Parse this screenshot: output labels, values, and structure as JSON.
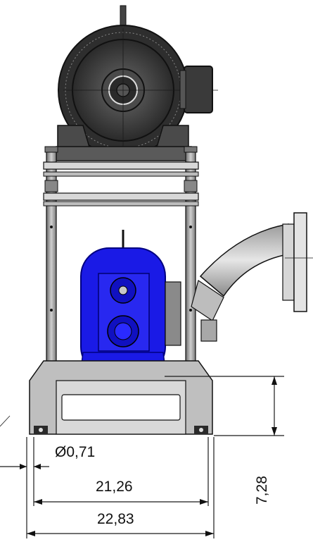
{
  "dimensions": {
    "pin_diameter": "Ø0,71",
    "inner_width": "21,26",
    "outer_width": "22,83",
    "height": "7,28"
  },
  "colors": {
    "pump_blue": "#1a1ae6",
    "steel_gray": "#6e6e6e",
    "dark_gray": "#3a3a3a",
    "light_gray": "#c8c8c8",
    "line": "#1a1a1a"
  }
}
